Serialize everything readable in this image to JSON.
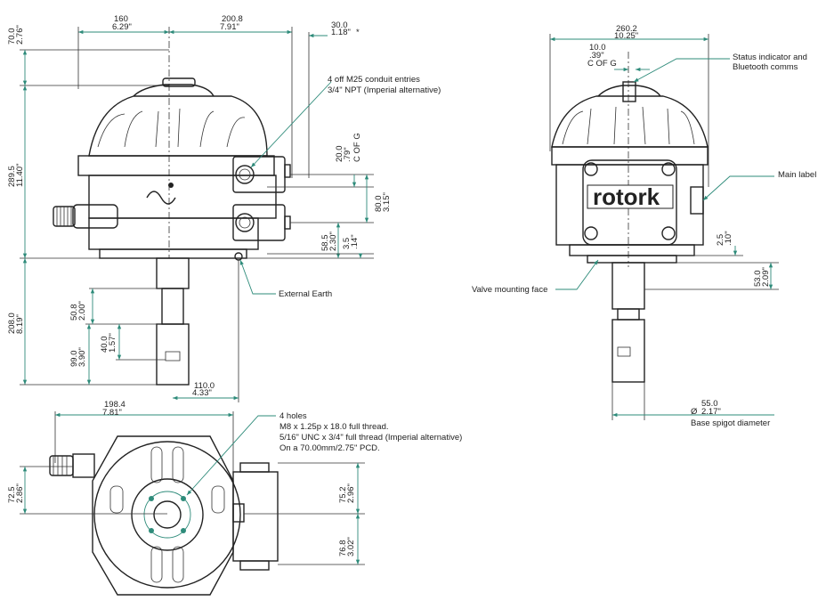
{
  "side_view": {
    "dim_width_left": {
      "mm": "160",
      "in": "6.29\""
    },
    "dim_width_right": {
      "mm": "200.8",
      "in": "7.91\""
    },
    "dim_top_offset": {
      "mm": "70.0",
      "in": "2.76\""
    },
    "dim_conduit_offset": {
      "mm": "30.0",
      "in": "1.18\"",
      "mark": "*"
    },
    "dim_height": {
      "mm": "289.5",
      "in": "11.40\""
    },
    "dim_cofg": {
      "mm": "20.0",
      "in": ".79\"",
      "label": "C OF G"
    },
    "dim_conduit_spacing": {
      "mm": "80.0",
      "in": "3.15\""
    },
    "dim_small": {
      "mm": "3.5",
      "in": ".14\""
    },
    "dim_base_height": {
      "mm": "58.5",
      "in": "2.30\""
    },
    "dim_spigot_total": {
      "mm": "208.0",
      "in": "8.19\""
    },
    "dim_spigot_a": {
      "mm": "50.8",
      "in": "2.00\""
    },
    "dim_spigot_b": {
      "mm": "99.0",
      "in": "3.90\""
    },
    "dim_spigot_c": {
      "mm": "40.0",
      "in": "1.57\""
    },
    "dim_spigot_width": {
      "mm": "110.0",
      "in": "4.33\""
    },
    "note_conduit": [
      "4 off M25 conduit entries",
      "3/4\" NPT (Imperial alternative)"
    ],
    "note_earth": "External Earth"
  },
  "front_view": {
    "dim_width": {
      "mm": "260.2",
      "in": "10.25\""
    },
    "dim_cofg": {
      "mm": "10.0",
      "in": ".39\"",
      "label": "C OF G"
    },
    "dim_small": {
      "mm": "2.5",
      "in": ".10\""
    },
    "dim_face": {
      "mm": "53.0",
      "in": "2.09\""
    },
    "dim_spigot": {
      "mm": "55.0",
      "in": "2.17\"",
      "prefix": "Ø"
    },
    "note_status": [
      "Status indicator and",
      "Bluetooth comms"
    ],
    "note_label": "Main label",
    "note_valve": "Valve mounting face",
    "note_spigot": "Base spigot diameter",
    "brand": "rotork"
  },
  "bottom_view": {
    "dim_width": {
      "mm": "198.4",
      "in": "7.81\""
    },
    "dim_left": {
      "mm": "72.5",
      "in": "2.86\""
    },
    "dim_right_a": {
      "mm": "75.2",
      "in": "2.96\""
    },
    "dim_right_b": {
      "mm": "76.8",
      "in": "3.02\""
    },
    "note_holes": [
      "4 holes",
      "M8 x 1.25p x 18.0 full thread.",
      "5/16\" UNC x 3/4\" full thread (Imperial alternative)",
      "On a 70.00mm/2.75\" PCD."
    ]
  }
}
